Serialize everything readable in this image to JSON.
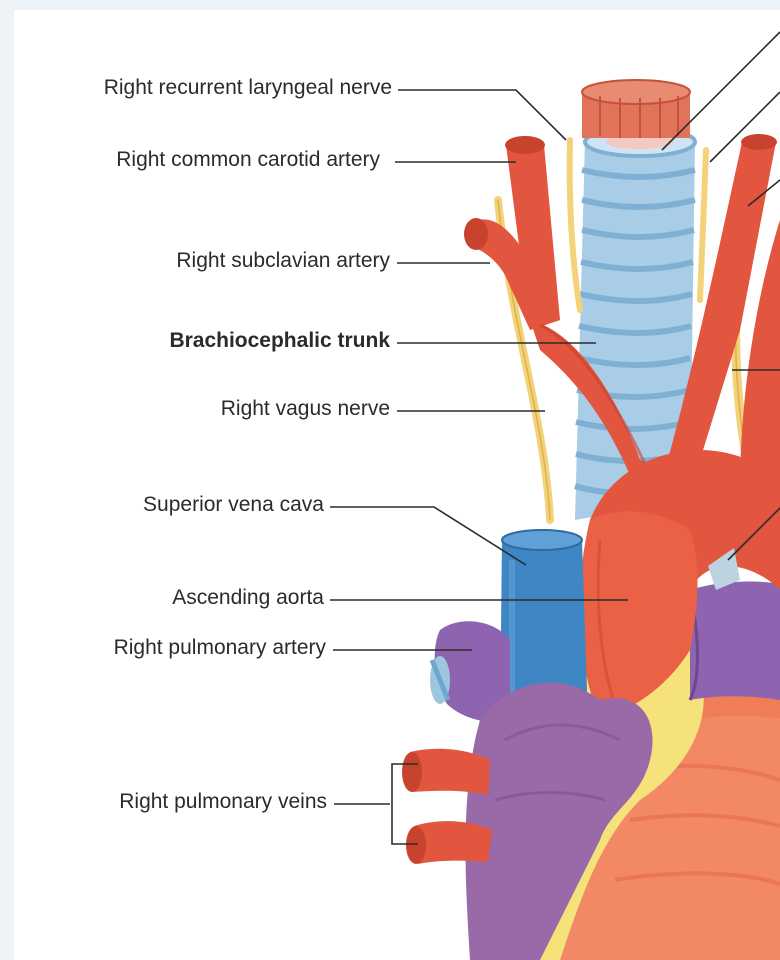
{
  "labels": {
    "right_recurrent_laryngeal_nerve": "Right recurrent laryngeal nerve",
    "right_common_carotid_artery": "Right common carotid artery",
    "right_subclavian_artery": "Right subclavian artery",
    "brachiocephalic_trunk": "Brachiocephalic trunk",
    "right_vagus_nerve": "Right vagus nerve",
    "superior_vena_cava": "Superior vena cava",
    "ascending_aorta": "Ascending aorta",
    "right_pulmonary_artery": "Right pulmonary artery",
    "right_pulmonary_veins": "Right pulmonary veins"
  },
  "colors": {
    "artery": "#e2553e",
    "artery_dark": "#b8331f",
    "vein_blue": "#3e86c4",
    "trachea": "#a9cde6",
    "nerve": "#f3d27a",
    "pulmonary_artery_purple": "#8e63b0",
    "atrium_purple": "#9a6aa8",
    "fat_yellow": "#f5e27a",
    "heart": "#f07c58"
  }
}
